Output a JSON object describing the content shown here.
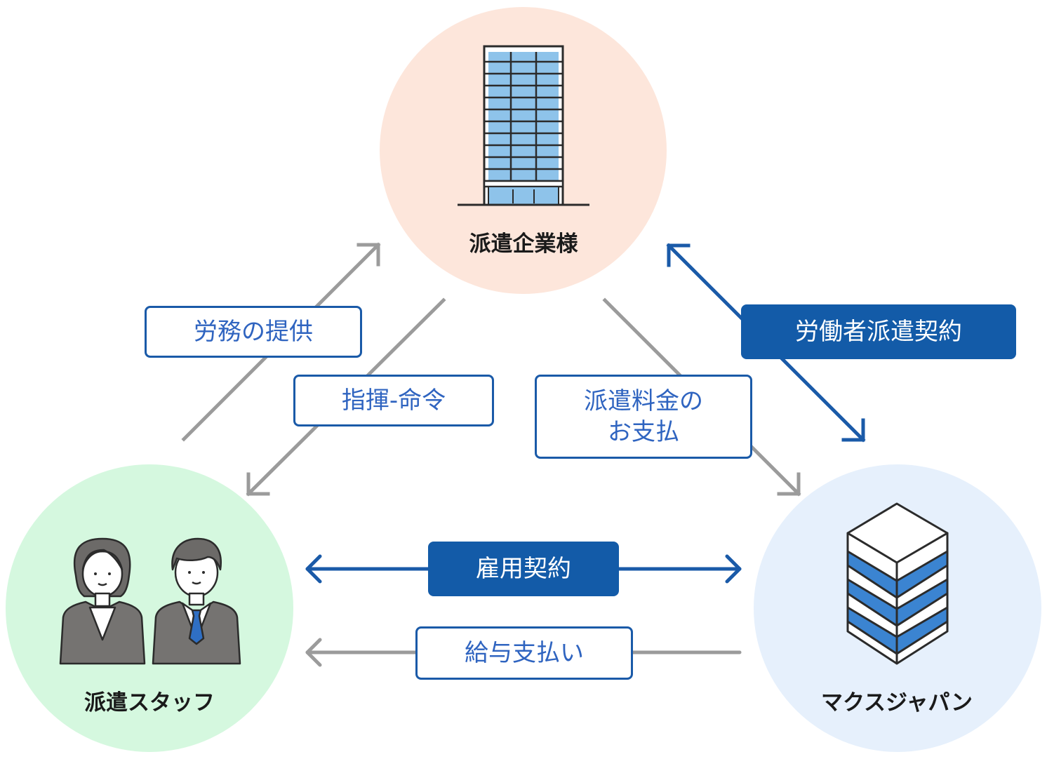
{
  "nodes": {
    "client": {
      "label": "派遣企業様",
      "fill": "#fde6db"
    },
    "staff": {
      "label": "派遣スタッフ",
      "fill": "#d5f8df"
    },
    "agency": {
      "label": "マクスジャパン",
      "fill": "#e6f0fc"
    }
  },
  "relations": {
    "labor_provision": "労務の提供",
    "direction_orders": "指揮-命令",
    "fee_payment": "派遣料金の\nお支払",
    "dispatch_contract": "労働者派遣契約",
    "employment_contract": "雇用契約",
    "salary_payment": "給与支払い"
  },
  "colors": {
    "arrow_gray": "#9b9b9b",
    "arrow_blue": "#1a5aa8",
    "tag_outline_text": "#2f64c0",
    "tag_filled_bg": "#135ba8",
    "building_glass": "#8ec3ea",
    "suit": "#757371",
    "tie": "#2f6fc4",
    "stack_blue": "#3b84d1"
  },
  "icons": [
    "office-building-icon",
    "two-staff-people-icon",
    "server-stack-logo-icon"
  ]
}
